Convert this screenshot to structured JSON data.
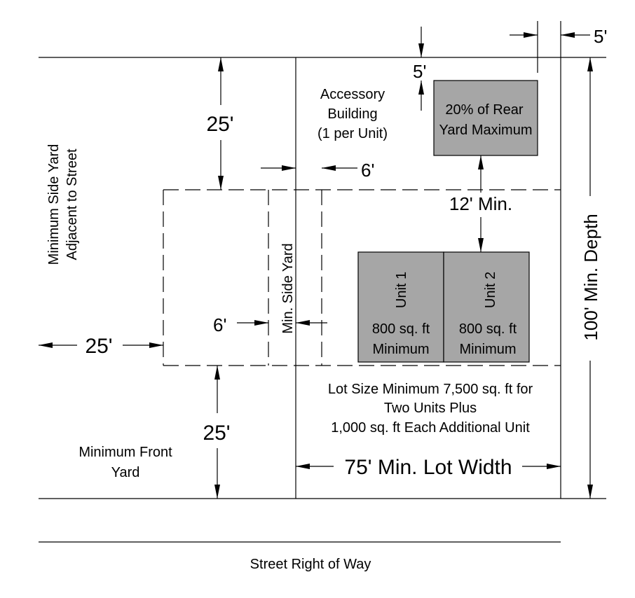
{
  "labels": {
    "five_top": "5'",
    "five_inner": "5'",
    "accessory_line1": "Accessory",
    "accessory_line2": "Building",
    "accessory_line3": "(1 per Unit)",
    "rear_yard_line1": "20% of Rear",
    "rear_yard_line2": "Yard Maximum",
    "twentyfive_rear": "25'",
    "six_upper": "6'",
    "twelve_min": "12' Min.",
    "side_yard_street_line1": "Minimum Side Yard",
    "side_yard_street_line2": "Adjacent to Street",
    "min_side_yard": "Min. Side Yard",
    "unit1_name": "Unit 1",
    "unit2_name": "Unit 2",
    "unit_area": "800 sq. ft",
    "unit_min": "Minimum",
    "six_lower": "6'",
    "twentyfive_side": "25'",
    "depth": "100' Min. Depth",
    "lot_size_line1": "Lot Size Minimum 7,500 sq. ft for",
    "lot_size_line2": "Two Units Plus",
    "lot_size_line3": "1,000 sq. ft Each Additional Unit",
    "twentyfive_front": "25'",
    "front_yard_line1": "Minimum Front",
    "front_yard_line2": "Yard",
    "lot_width": "75' Min. Lot Width",
    "street_row": "Street Right of Way"
  }
}
